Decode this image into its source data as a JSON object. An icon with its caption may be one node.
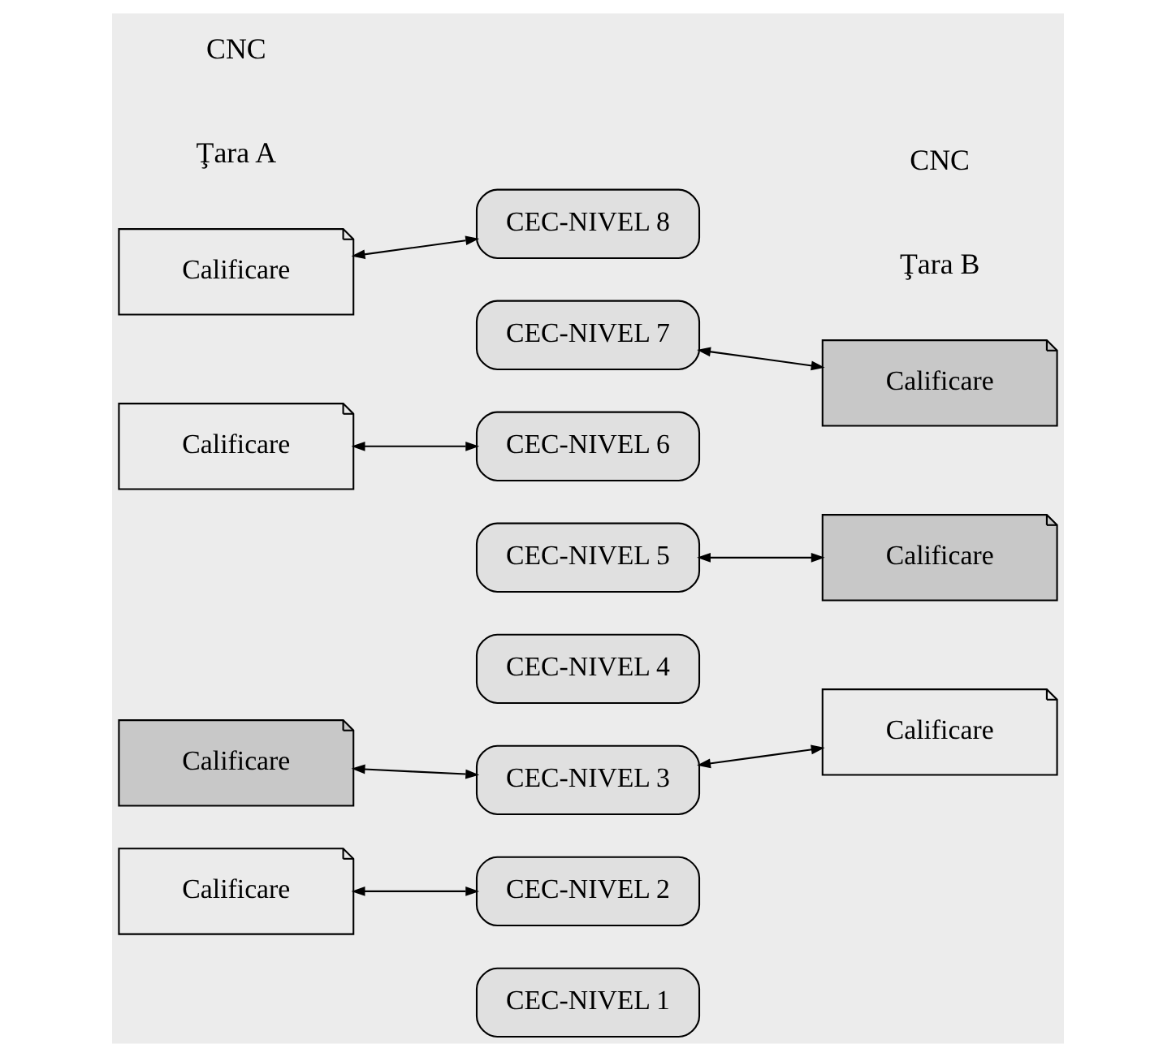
{
  "diagram": {
    "nodes": [
      {
        "text": [
          "Calificare"
        ]
      },
      {
        "text": [
          "Calificare"
        ]
      },
      {
        "text": [
          "Calificare"
        ]
      },
      {
        "text": [
          "Calificare"
        ]
      },
      {
        "text": [
          "CEC-NIVEL 8"
        ]
      },
      {
        "text": [
          "CEC-NIVEL 7"
        ]
      },
      {
        "text": [
          "CEC-NIVEL 6"
        ]
      },
      {
        "text": [
          "CEC-NIVEL 5"
        ]
      },
      {
        "text": [
          "CEC-NIVEL 4"
        ]
      },
      {
        "text": [
          "CEC-NIVEL 3"
        ]
      },
      {
        "text": [
          "CEC-NIVEL 2"
        ]
      },
      {
        "text": [
          "CEC-NIVEL 1"
        ]
      },
      {
        "text": [
          "Calificare"
        ]
      },
      {
        "text": [
          "Calificare"
        ]
      },
      {
        "text": [
          "Calificare"
        ]
      }
    ],
    "edges": [
      {
        "from": 0,
        "to": 4,
        "arrow": "both"
      },
      {
        "from": 5,
        "to": 12,
        "arrow": "both"
      },
      {
        "from": 1,
        "to": 6,
        "arrow": "both"
      },
      {
        "from": 7,
        "to": 13,
        "arrow": "both"
      },
      {
        "from": 2,
        "to": 9,
        "arrow": "both"
      },
      {
        "from": 9,
        "to": 14,
        "arrow": "both"
      },
      {
        "from": 3,
        "to": 10,
        "arrow": "both"
      }
    ],
    "labels": [
      "CNC",
      "Ţara A",
      "CNC",
      "Ţara B"
    ]
  }
}
